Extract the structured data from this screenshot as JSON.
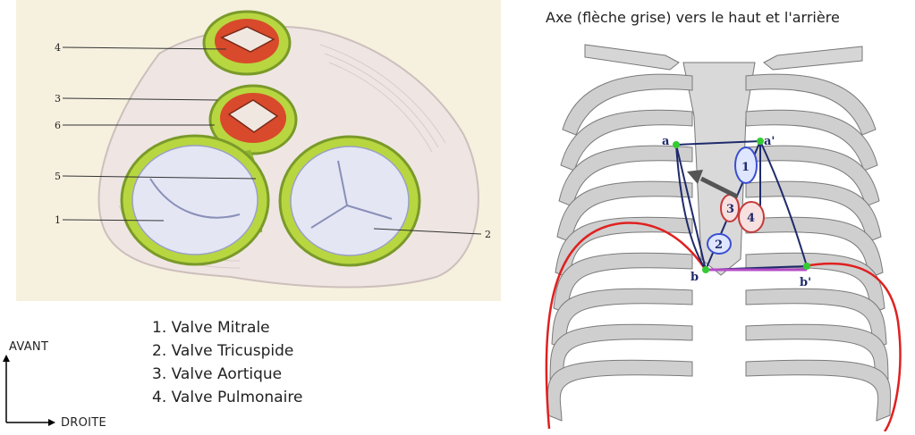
{
  "heart_labels": [
    "4",
    "3",
    "6",
    "5",
    "1",
    "2"
  ],
  "legend": [
    "1. Valve Mitrale",
    "2. Valve Tricuspide",
    "3. Valve Aortique",
    "4. Valve Pulmonaire"
  ],
  "axes": {
    "vertical": "AVANT",
    "horizontal": "DROITE"
  },
  "right_caption": "Axe (flèche grise) vers le haut et l'arrière",
  "thorax_points": [
    "a",
    "a'",
    "b",
    "b'"
  ],
  "thorax_valves": [
    "1",
    "2",
    "3",
    "4"
  ],
  "colors": {
    "heart_background": "#f6f1df",
    "valve_ring_green": "#a6c83a",
    "aortic_red": "#d84a2b",
    "thorax_outline": "#1f2a6b",
    "marker_green": "#33cc33",
    "diaphragm_red": "#e02020",
    "axis_arrow_gray": "#555555",
    "purple_line": "#b44cc8"
  }
}
